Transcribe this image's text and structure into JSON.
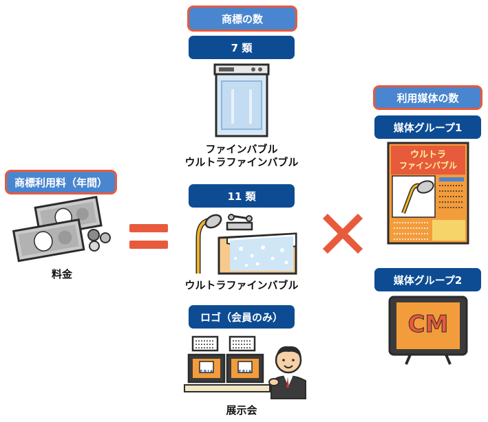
{
  "left": {
    "label": "商標利用料（年間）",
    "caption": "料金"
  },
  "center": {
    "header": "商標の数",
    "class7": "7 類",
    "washer_line1": "ファインバブル",
    "washer_line2": "ウルトラファインバブル",
    "class11": "11 類",
    "bath_caption": "ウルトラファインバブル",
    "logo_label": "ロゴ（会員のみ）",
    "expo_caption": "展示会",
    "monitor_badge": "F B I A"
  },
  "right": {
    "header": "利用媒体の数",
    "group1": "媒体グループ1",
    "poster_line1": "ウルトラ",
    "poster_line2": "ファインバブル",
    "group2": "媒体グループ2",
    "tv_text": "CM"
  },
  "colors": {
    "pill_fill": "#4a86cf",
    "pill_border": "#e85a3c",
    "bar_fill": "#0d4c93",
    "operator": "#e85a3c"
  }
}
